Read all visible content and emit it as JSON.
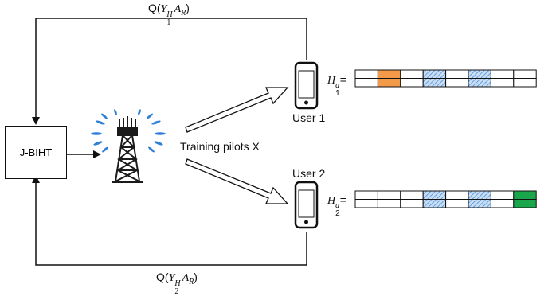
{
  "feedback_top": {
    "prefix": "Q(",
    "Y": "Y",
    "sub": "1",
    "sup": "H",
    "A": "A",
    "Asub": "R",
    "suffix": ")"
  },
  "feedback_bottom": {
    "prefix": "Q(",
    "Y": "Y",
    "sub": "2",
    "sup": "H",
    "A": "A",
    "Asub": "R",
    "suffix": ")"
  },
  "jbiht_label": "J-BIHT",
  "pilots_label": "Training pilots X",
  "user1": {
    "label": "User 1",
    "H": "H",
    "sup": "a",
    "sub": "1",
    "eq": "=",
    "top_row": [
      "empty",
      "orange",
      "empty",
      "hatched",
      "empty",
      "hatched",
      "empty",
      "empty"
    ],
    "bottom_row": [
      "empty",
      "orange",
      "empty",
      "hatched",
      "empty",
      "hatched",
      "empty",
      "empty"
    ]
  },
  "user2": {
    "label": "User 2",
    "H": "H",
    "sup": "a",
    "sub": "2",
    "eq": "=",
    "top_row": [
      "empty",
      "empty",
      "empty",
      "hatched",
      "empty",
      "hatched",
      "empty",
      "green"
    ],
    "bottom_row": [
      "empty",
      "empty",
      "empty",
      "hatched",
      "empty",
      "hatched",
      "empty",
      "green"
    ]
  },
  "colors": {
    "orange": "#f39a4a",
    "green": "#1aa64a",
    "hatch_fg": "#4a90d9",
    "hatch_bg": "#c9def4",
    "tower": "#1b1b1b",
    "signal": "#2e7fd6"
  }
}
